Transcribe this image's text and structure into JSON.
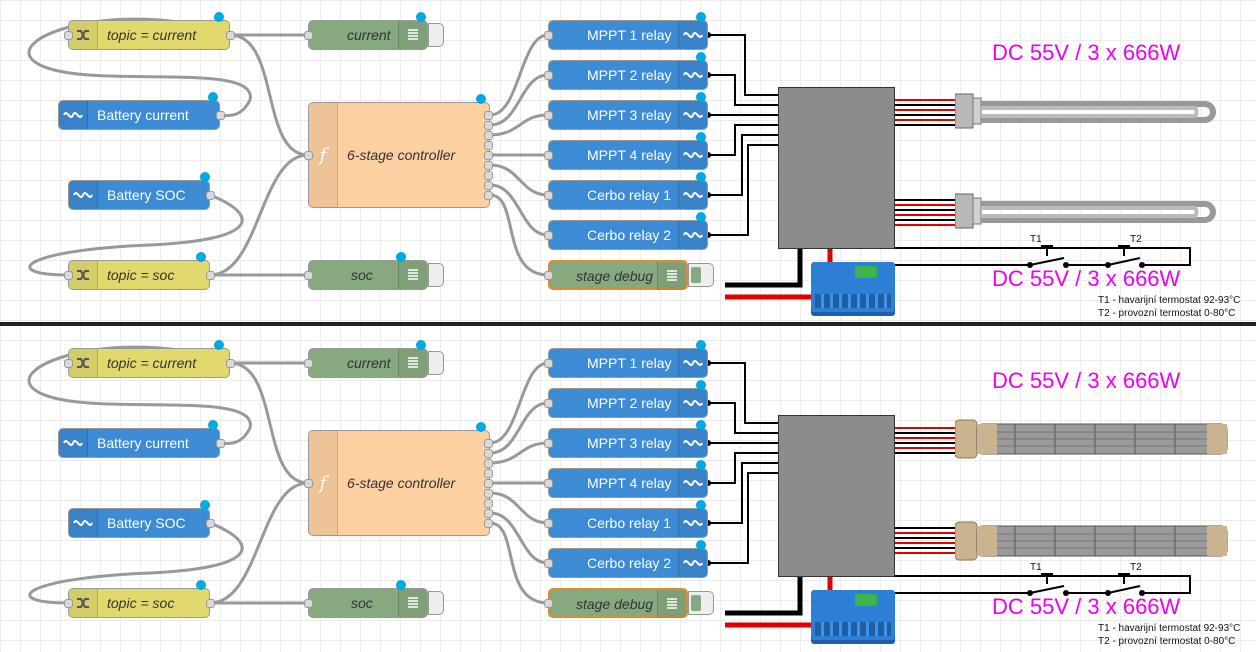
{
  "flow": {
    "change_current": "topic = current",
    "change_soc": "topic = soc",
    "battery_current": "Battery current",
    "battery_soc": "Battery SOC",
    "debug_current": "current",
    "debug_soc": "soc",
    "controller": "6-stage controller",
    "relays": [
      "MPPT 1 relay",
      "MPPT 2 relay",
      "MPPT 3 relay",
      "MPPT 4 relay",
      "Cerbo relay 1",
      "Cerbo relay 2"
    ],
    "stage_debug": "stage debug"
  },
  "wiring": {
    "power_top": "DC 55V / 3 x 666W",
    "power_bottom": "DC 55V / 3 x 666W",
    "t1_label": "T1",
    "t2_label": "T2",
    "note_t1": "T1 - havarijní termostat  92-93°C",
    "note_t2": "T2 - provozní termostat  0-80°C"
  },
  "colors": {
    "change_node": "#e2d96e",
    "victron_node": "#3d8bd4",
    "debug_node": "#87a980",
    "function_node": "#fdd0a2",
    "power_text": "#ee00ee",
    "wire_red": "#e00000"
  },
  "icons": {
    "change": "shuffle-icon",
    "victron": "victron-wave-icon",
    "debug": "debug-list-icon",
    "function": "function-f-icon"
  }
}
